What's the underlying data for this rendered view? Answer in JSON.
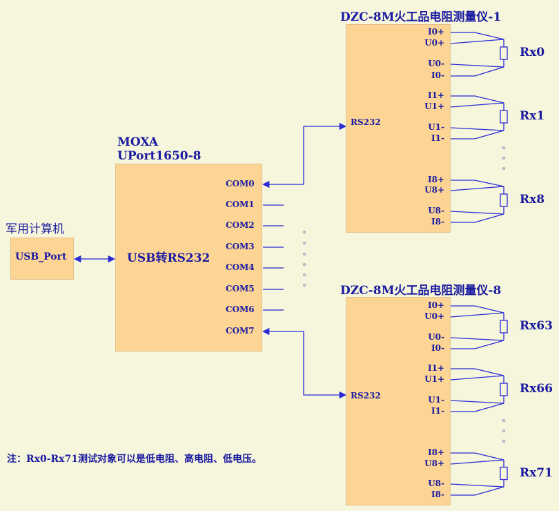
{
  "computer": {
    "title": "军用计算机",
    "port": "USB_Port"
  },
  "moxa": {
    "title_line1": "MOXA",
    "title_line2": "UPort1650-8",
    "center": "USB转RS232",
    "com_ports": [
      "COM0",
      "COM1",
      "COM2",
      "COM3",
      "COM4",
      "COM5",
      "COM6",
      "COM7"
    ]
  },
  "meter1": {
    "title": "DZC-8M火工品电阻测量仪-1",
    "port": "RS232",
    "groups": [
      {
        "pins": [
          "I0+",
          "U0+",
          "U0-",
          "I0-"
        ],
        "rx": "Rx0"
      },
      {
        "pins": [
          "I1+",
          "U1+",
          "U1-",
          "I1-"
        ],
        "rx": "Rx1"
      },
      {
        "pins": [
          "I8+",
          "U8+",
          "U8-",
          "I8-"
        ],
        "rx": "Rx8"
      }
    ]
  },
  "meter8": {
    "title": "DZC-8M火工品电阻测量仪-8",
    "port": "RS232",
    "groups": [
      {
        "pins": [
          "I0+",
          "U0+",
          "U0-",
          "I0-"
        ],
        "rx": "Rx63"
      },
      {
        "pins": [
          "I1+",
          "U1+",
          "U1-",
          "I1-"
        ],
        "rx": "Rx66"
      },
      {
        "pins": [
          "I8+",
          "U8+",
          "U8-",
          "I8-"
        ],
        "rx": "Rx71"
      }
    ]
  },
  "note": "注：Rx0-Rx71测试对象可以是低电阻、高电阻、低电压。",
  "colors": {
    "line": "#2a2ad6",
    "text": "#1a1aa0",
    "box": "#fcd595",
    "dots": "#b8b8c8"
  }
}
